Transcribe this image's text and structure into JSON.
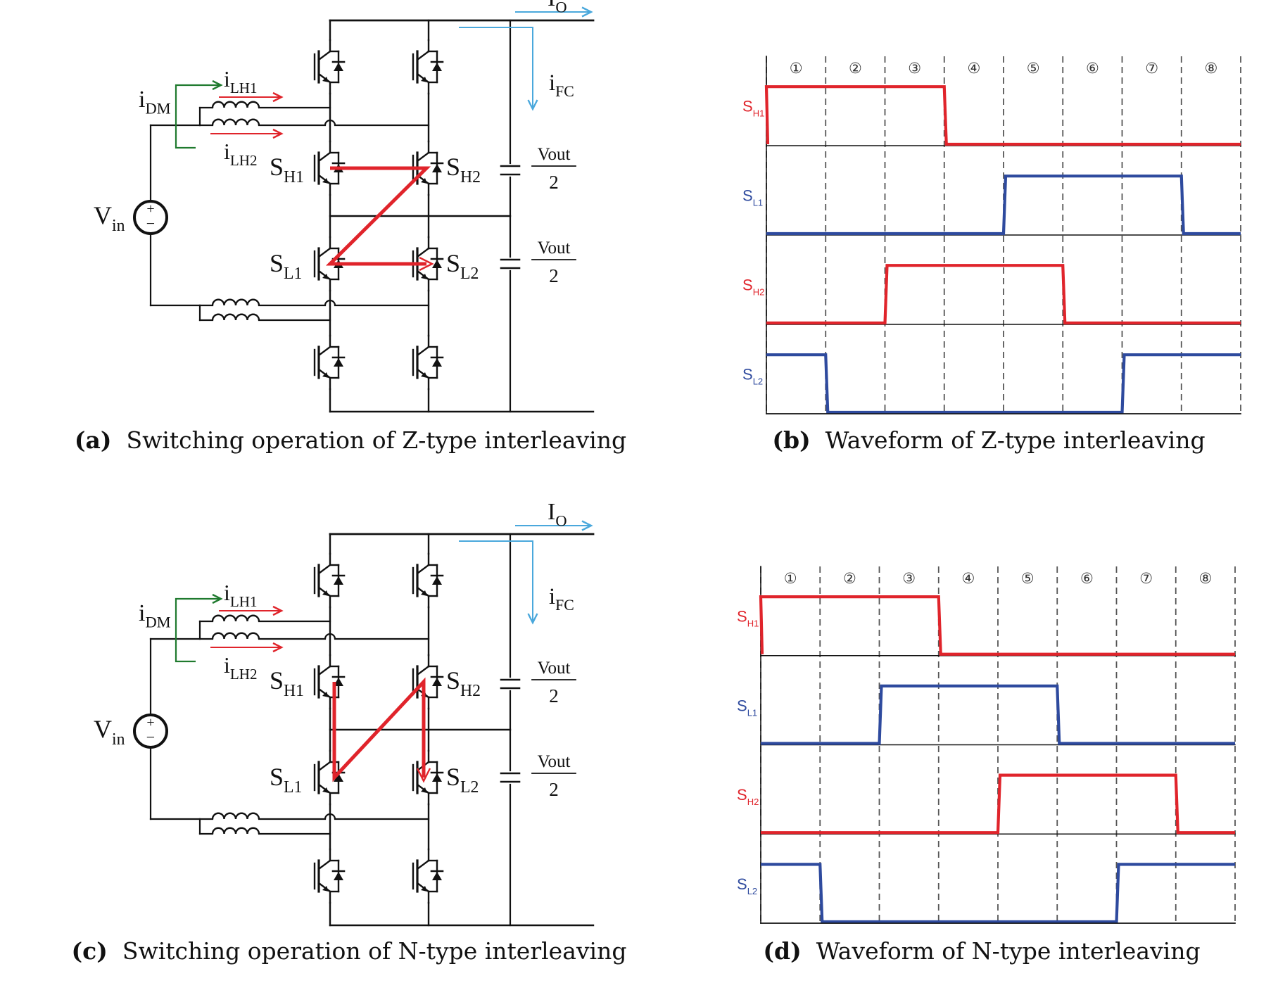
{
  "captions": [
    {
      "key": "a",
      "letter": "(a)",
      "text": "Switching operation of Z-type interleaving"
    },
    {
      "key": "b",
      "letter": "(b)",
      "text": "Waveform of Z-type interleaving"
    },
    {
      "key": "c",
      "letter": "(c)",
      "text": "Switching operation of N-type interleaving"
    },
    {
      "key": "d",
      "letter": "(d)",
      "text": "Waveform of N-type interleaving"
    }
  ],
  "circuit_labels": {
    "vin_main": "V",
    "vin_sub": "in",
    "idm_main": "i",
    "idm_sub": "DM",
    "ilh1_main": "i",
    "ilh1_sub": "LH1",
    "ilh2_main": "i",
    "ilh2_sub": "LH2",
    "sh1_main": "S",
    "sh1_sub": "H1",
    "sh2_main": "S",
    "sh2_sub": "H2",
    "sl1_main": "S",
    "sl1_sub": "L1",
    "sl2_main": "S",
    "sl2_sub": "L2",
    "ifc_main": "i",
    "ifc_sub": "FC",
    "io_main": "I",
    "io_sub": "O",
    "vout_num": "Vout",
    "vout_den": "2",
    "plus": "+",
    "minus": "−"
  },
  "colors": {
    "red": "#e0242b",
    "blue": "#2e4a9e",
    "green": "#1f7a2e",
    "cyan": "#4aa8dc",
    "wire": "#111111",
    "dash": "#555555"
  },
  "segment_labels": [
    "①",
    "②",
    "③",
    "④",
    "⑤",
    "⑥",
    "⑦",
    "⑧"
  ],
  "chart_data": [
    {
      "type": "line",
      "name": "Waveform of Z-type interleaving",
      "x": [
        0,
        1,
        2,
        3,
        4,
        5,
        6,
        7,
        8
      ],
      "series": [
        {
          "name": "S_H1",
          "label_main": "S",
          "label_sub": "H1",
          "color": "#e0242b",
          "high": [
            [
              0,
              3
            ]
          ]
        },
        {
          "name": "S_L1",
          "label_main": "S",
          "label_sub": "L1",
          "color": "#2e4a9e",
          "high": [
            [
              4,
              7
            ]
          ]
        },
        {
          "name": "S_H2",
          "label_main": "S",
          "label_sub": "H2",
          "color": "#e0242b",
          "high": [
            [
              2,
              5
            ]
          ]
        },
        {
          "name": "S_L2",
          "label_main": "S",
          "label_sub": "L2",
          "color": "#2e4a9e",
          "high": [
            [
              0,
              1
            ],
            [
              6,
              8
            ]
          ]
        }
      ]
    },
    {
      "type": "line",
      "name": "Waveform of N-type interleaving",
      "x": [
        0,
        1,
        2,
        3,
        4,
        5,
        6,
        7,
        8
      ],
      "series": [
        {
          "name": "S_H1",
          "label_main": "S",
          "label_sub": "H1",
          "color": "#e0242b",
          "high": [
            [
              0,
              3
            ]
          ]
        },
        {
          "name": "S_L1",
          "label_main": "S",
          "label_sub": "L1",
          "color": "#2e4a9e",
          "high": [
            [
              2,
              5
            ]
          ]
        },
        {
          "name": "S_H2",
          "label_main": "S",
          "label_sub": "H2",
          "color": "#e0242b",
          "high": [
            [
              4,
              7
            ]
          ]
        },
        {
          "name": "S_L2",
          "label_main": "S",
          "label_sub": "L2",
          "color": "#2e4a9e",
          "high": [
            [
              0,
              1
            ],
            [
              6,
              8
            ]
          ]
        }
      ]
    }
  ]
}
